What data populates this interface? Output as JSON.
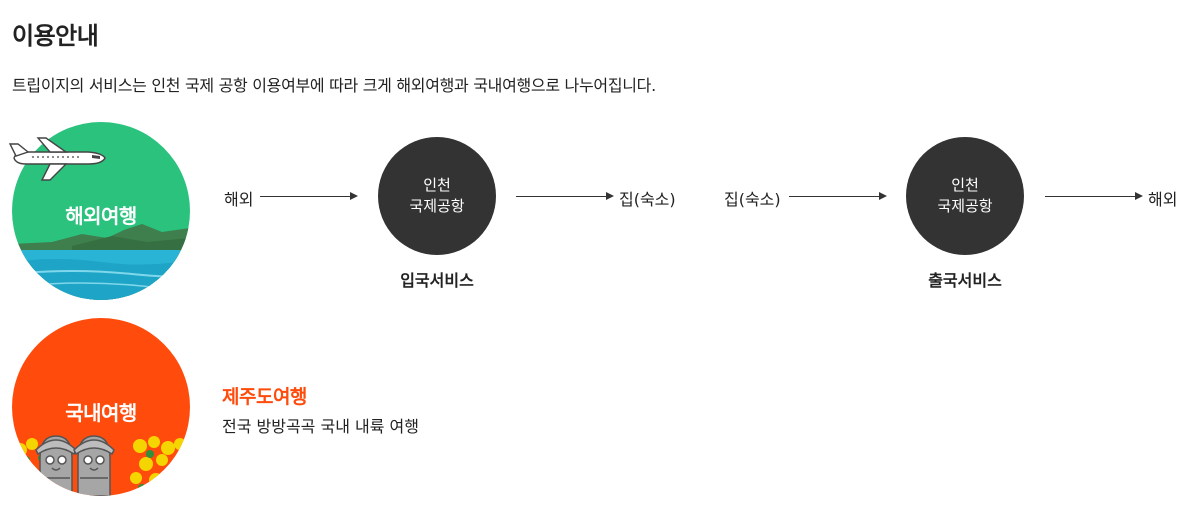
{
  "header": {
    "title": "이용안내",
    "description": "트립이지의 서비스는 인천 국제 공항 이용여부에 따라 크게 해외여행과 국내여행으로 나누어집니다."
  },
  "overseas": {
    "label": "해외여행",
    "color": "#2bc27e",
    "inbound": {
      "from": "해외",
      "hub_line1": "인천",
      "hub_line2": "국제공항",
      "to": "집(숙소)",
      "name": "입국서비스"
    },
    "outbound": {
      "from": "집(숙소)",
      "hub_line1": "인천",
      "hub_line2": "국제공항",
      "to": "해외",
      "name": "출국서비스"
    }
  },
  "domestic": {
    "label": "국내여행",
    "color": "#ff4c0c",
    "service_title": "제주도여행",
    "service_desc": "전국 방방곡곡 국내 내륙 여행"
  },
  "icons": [
    "airplane-icon",
    "sea-mountain-illustration",
    "dolharubang-illustration"
  ]
}
